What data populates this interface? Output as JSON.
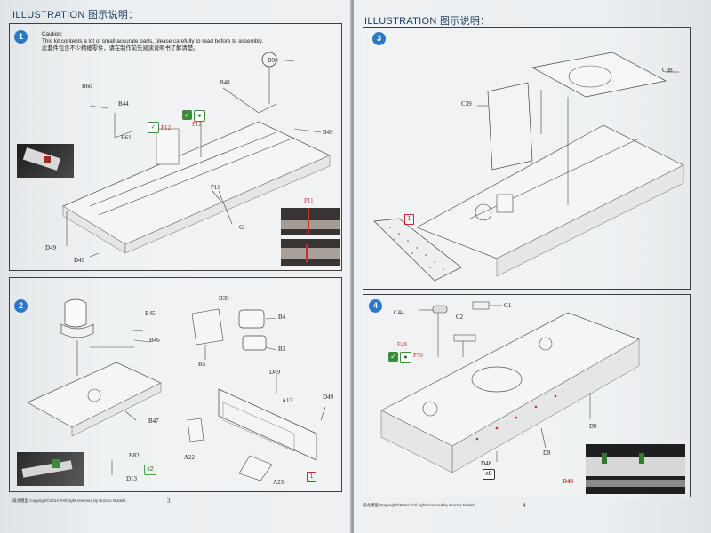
{
  "pages": {
    "left": {
      "header": "ILLUSTRATION 图示说明：",
      "page_number": "3",
      "footer": "威龙模型 Copyright©2014 ®All right reserved by Bronco Models"
    },
    "right": {
      "header": "ILLUSTRATION 图示说明：",
      "page_number": "4",
      "footer": "威龙模型 Copyright©2014 ®All right reserved by Bronco Models"
    }
  },
  "steps": [
    {
      "number": "1",
      "caution_title": "Caution:",
      "caution_en": "This kit contents a lot of small accurate parts, please carefully to read before to assembly.",
      "caution_cn": "此套件包含不少精细零件，请在制作前先阅读说明书了解清楚。",
      "labels": {
        "b96": "B96",
        "b60": "B60",
        "b44": "B44",
        "b48": "B48",
        "b61": "B61",
        "p12a": "P12",
        "p12b": "P12",
        "b49": "B49",
        "p11a": "P11",
        "p11b": "P11",
        "g": "G",
        "d49a": "D49",
        "d49b": "D49"
      }
    },
    {
      "number": "2",
      "labels": {
        "b45": "B45",
        "b46": "B46",
        "b39": "B39",
        "b4": "B4",
        "b3": "B3",
        "b5": "B5",
        "b47": "B47",
        "d49a": "D49",
        "a13": "A13",
        "d49b": "D49",
        "b82": "B82",
        "d13": "D13",
        "a22": "A22",
        "a23": "A23"
      },
      "badge_x2": "x2",
      "marker": "1"
    },
    {
      "number": "3",
      "labels": {
        "c38": "C38",
        "c39": "C39"
      },
      "marker": "1"
    },
    {
      "number": "4",
      "labels": {
        "c44": "C44",
        "c1": "C1",
        "c2": "C2",
        "f48": "F48",
        "p50": "P50",
        "d9": "D9",
        "d8": "D8",
        "d48a": "D48",
        "d48b": "D48"
      },
      "badge_x8": "x8"
    }
  ],
  "colors": {
    "step_circle": "#2d77c4",
    "part_red": "#c43030",
    "glue_green": "#3a8c3a"
  }
}
